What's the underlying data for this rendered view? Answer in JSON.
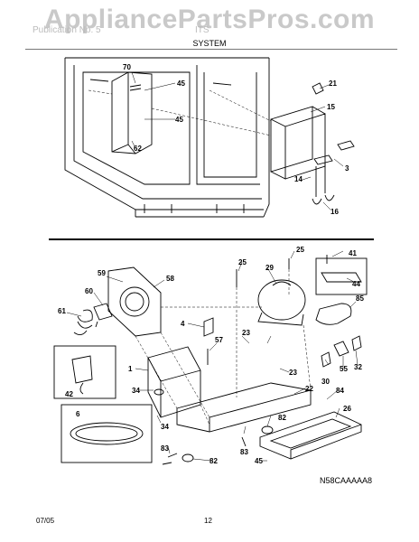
{
  "watermark": "AppliancePartsPros.com",
  "header": {
    "left_faint": "Publication No. 5",
    "right_faint": "ITS",
    "section": "SYSTEM"
  },
  "callouts": {
    "top": [
      "70",
      "45",
      "45",
      "62",
      "21",
      "15",
      "3",
      "14",
      "16"
    ],
    "bottom": [
      "59",
      "58",
      "60",
      "61",
      "4",
      "57",
      "1",
      "42",
      "34",
      "34",
      "6",
      "83",
      "82",
      "25",
      "25",
      "29",
      "41",
      "44",
      "85",
      "23",
      "23",
      "22",
      "55",
      "32",
      "30",
      "84",
      "26",
      "82",
      "83",
      "45"
    ]
  },
  "diagram_code": "N58CAAAAA8",
  "footer": {
    "date": "07/05",
    "page": "12"
  }
}
